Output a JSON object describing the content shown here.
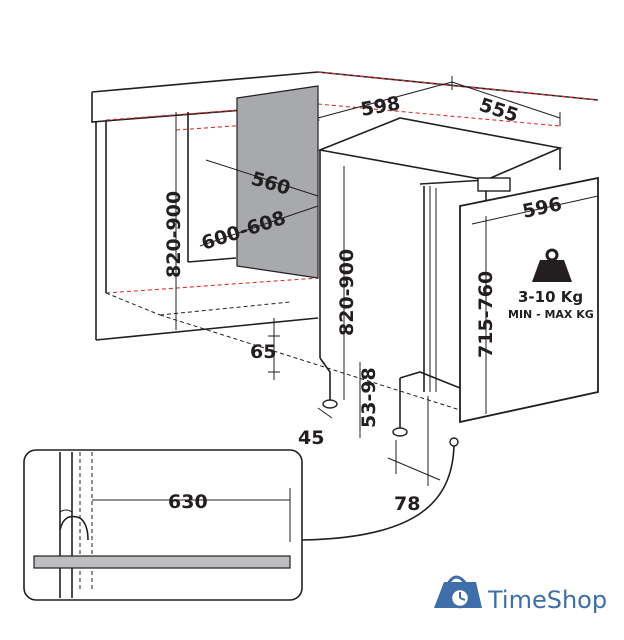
{
  "dimensions": {
    "niche_height": "820-900",
    "niche_width": "600-608",
    "niche_depth": "560",
    "toe_kick_height": "65",
    "appliance_width": "598",
    "appliance_depth": "555",
    "appliance_height": "820-900",
    "foot_height": "53-98",
    "foot_offset": "45",
    "door_gap": "78",
    "door_width": "596",
    "door_height": "715-760",
    "detail_width": "630"
  },
  "door_panel": {
    "weight": "3-10 Kg",
    "weight_note": "MIN - MAX KG"
  },
  "icons": [
    "weight-icon",
    "shopping-bag-clock-icon"
  ],
  "brand": {
    "name": "TimeShop",
    "color": "#3f6ea8"
  },
  "colors": {
    "line": "#231f20",
    "guide": "#d9342b",
    "back_panel": "#a7a9ac",
    "floor_strip": "#bcbec0"
  }
}
